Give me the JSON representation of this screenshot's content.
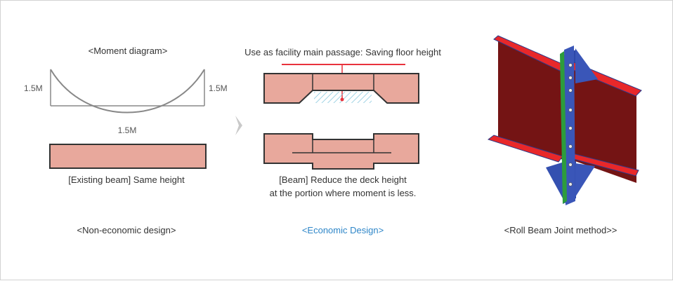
{
  "left": {
    "moment_title": "<Moment diagram>",
    "left_moment": "1.5M",
    "right_moment": "1.5M",
    "mid_moment": "1.5M",
    "beam_caption": "[Existing beam] Same height",
    "design_label": "<Non-economic design>"
  },
  "middle": {
    "top_caption": "Use as facility main passage: Saving floor height",
    "beam_caption_line1": "[Beam] Reduce the deck height",
    "beam_caption_line2": "at the portion where moment is less.",
    "design_label": "<Economic Design>"
  },
  "right": {
    "design_label": "<Roll Beam Joint method>>"
  },
  "colors": {
    "beam_fill": "#e8a89c",
    "beam_stroke": "#333333",
    "curve": "#888888",
    "red_line": "#e8323c",
    "hatch": "#7fc4dc",
    "highlight_label": "#2e86c8",
    "web_dark_red": "#741414",
    "flange_red": "#e8282a",
    "column_blue": "#3a56b8",
    "plate_green": "#2d9c3c"
  },
  "icons": {
    "arrow": "chevron-right-icon"
  }
}
